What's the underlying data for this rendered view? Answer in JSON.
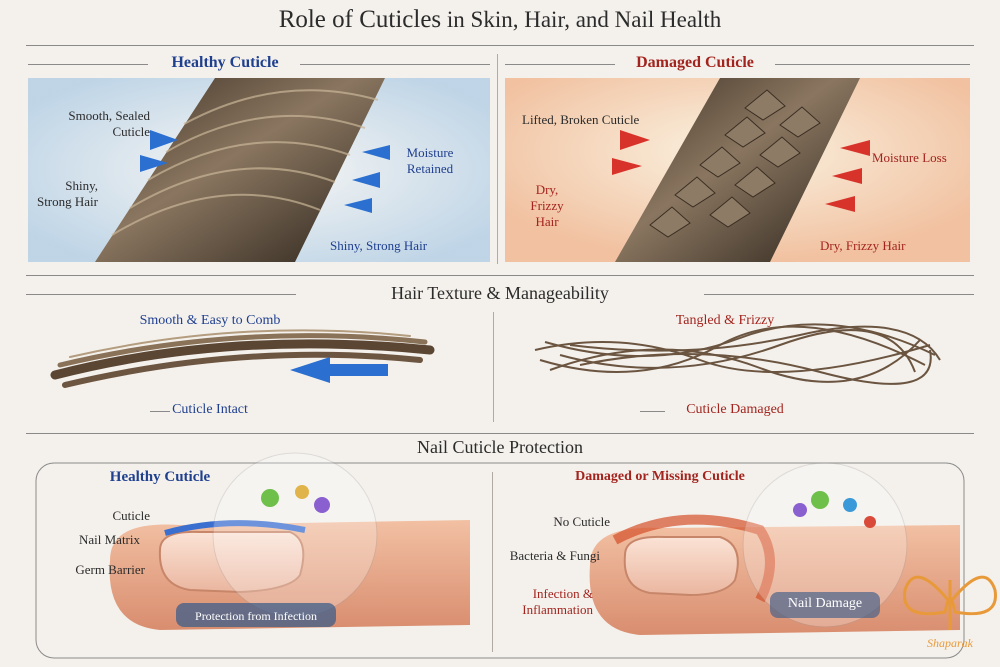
{
  "title": {
    "bold": "Role of Cuticles",
    "rest": " in Skin, Hair, and Nail Health"
  },
  "section1": {
    "left_heading": "Healthy Cuticle",
    "right_heading": "Damaged Cuticle",
    "left_labels": {
      "smooth_sealed": "Smooth, Sealed Cuticle",
      "shiny_strong_left": "Shiny, Strong Hair",
      "moisture_retained": "Moisture Retained",
      "shiny_strong_bottom": "Shiny, Strong Hair"
    },
    "right_labels": {
      "lifted_broken": "Lifted, Broken Cuticle",
      "dry_frizzy_left": "Dry, Frizzy Hair",
      "moisture_loss": "Moisture Loss",
      "dry_frizzy_bottom": "Dry, Frizzy Hair"
    }
  },
  "section2": {
    "heading": "Hair Texture & Manageability",
    "left_top": "Smooth & Easy to Comb",
    "left_bottom": "Cuticle Intact",
    "right_top": "Tangled & Frizzy",
    "right_bottom": "Cuticle Damaged"
  },
  "section3": {
    "heading": "Nail Cuticle Protection",
    "left_heading": "Healthy Cuticle",
    "left_labels": {
      "cuticle": "Cuticle",
      "nail_matrix": "Nail Matrix",
      "germ_barrier": "Germ Barrier",
      "protection": "Protection from Infection"
    },
    "right_heading": "Damaged or Missing Cuticle",
    "right_labels": {
      "no_cuticle": "No Cuticle",
      "bacteria": "Bacteria & Fungi",
      "infection": "Infection & Inflammation",
      "nail_damage": "Nail Damage"
    }
  },
  "watermark": "Shaparak",
  "colors": {
    "blue": "#1f3f8f",
    "red": "#a3241e",
    "skin": "#e8a98a",
    "hair": "#5a4633"
  }
}
